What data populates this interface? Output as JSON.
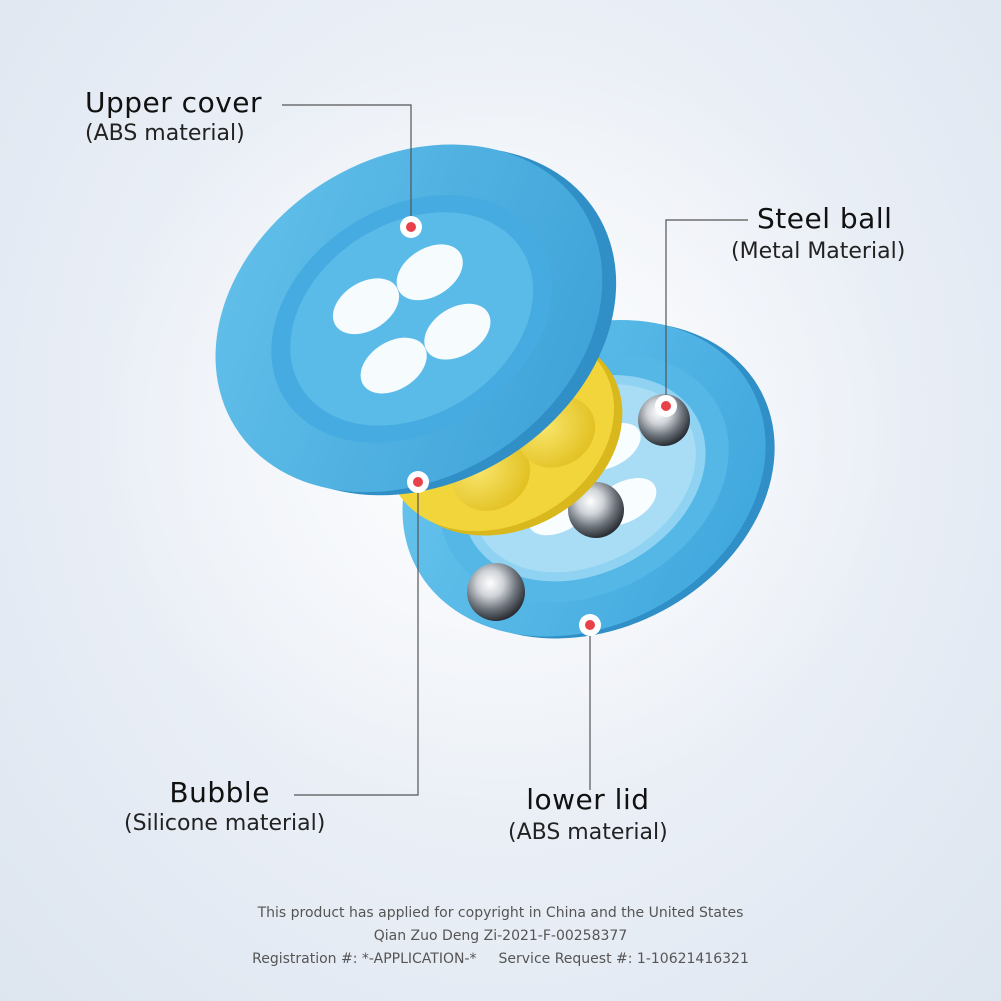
{
  "callouts": {
    "upper_cover": {
      "title": "Upper cover",
      "material": "(ABS material)"
    },
    "steel_ball": {
      "title": "Steel ball",
      "material": "(Metal Material)"
    },
    "bubble": {
      "title": "Bubble",
      "material": "(Silicone material)"
    },
    "lower_lid": {
      "title": "lower lid",
      "material": "(ABS material)"
    }
  },
  "footer": {
    "line1": "This product has applied for copyright in China and the United States",
    "line2": "Qian Zuo Deng Zi-2021-F-00258377",
    "registration": "Registration #: *-APPLICATION-*",
    "service_request": "Service Request #: 1-10621416321"
  },
  "colors": {
    "shell_blue": "#4fb8e8",
    "shell_blue_dark": "#2f96cf",
    "bubble_yellow": "#f2d53a",
    "marker_red": "#e8414a",
    "steel": "#c9ccd1"
  }
}
